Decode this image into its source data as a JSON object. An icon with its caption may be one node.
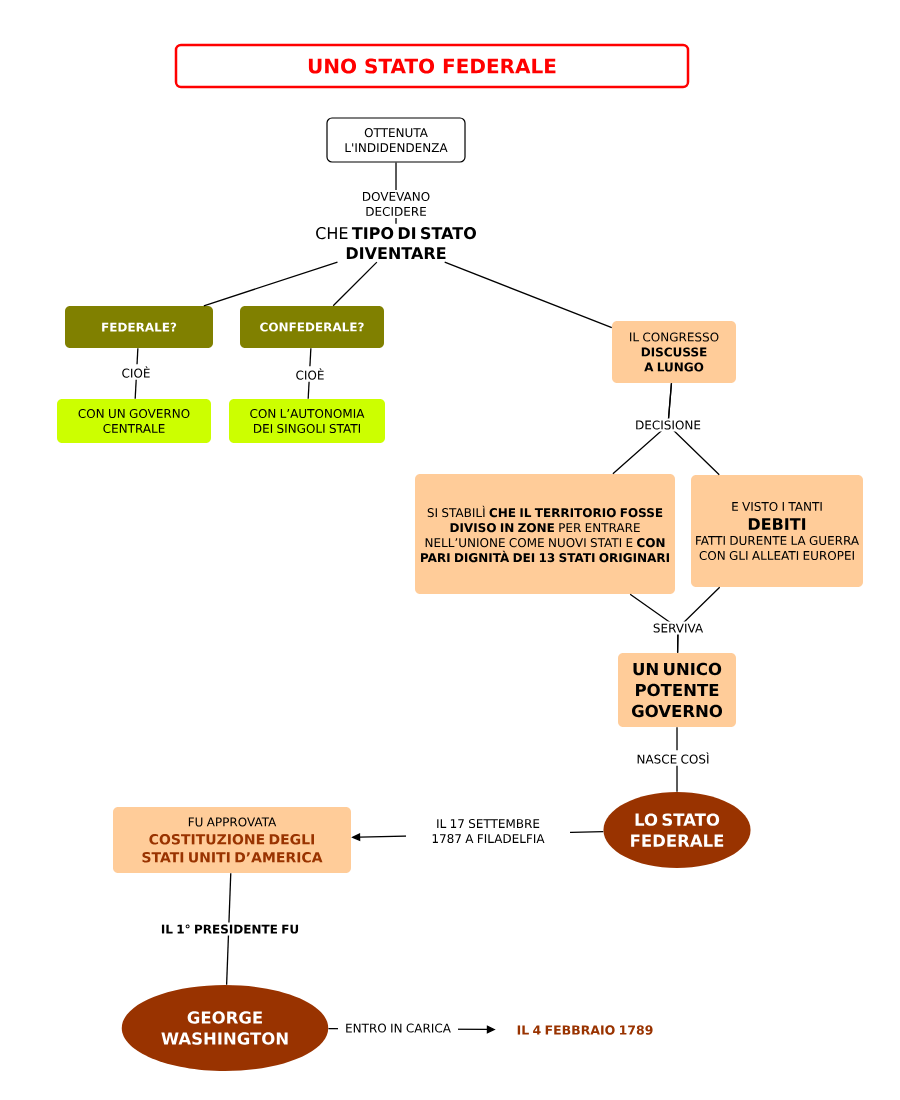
{
  "diagram": {
    "title": "UNO STATO FEDERALE",
    "nodes": [
      {
        "text": [
          "OTTENUTA L'INDIDENDENZA"
        ]
      },
      {
        "text": [
          "CHE **TIPO DI STATO DIVENTARE**"
        ]
      },
      {
        "text": [
          "FEDERALE?"
        ]
      },
      {
        "text": [
          "CONFEDERALE?"
        ]
      },
      {
        "text": [
          "IL CONGRESSO",
          "DISCUSSE A LUNGO"
        ]
      },
      {
        "text": [
          "CON UN GOVERNO CENTRALE"
        ]
      },
      {
        "text": [
          "CON L’AUTONOMIA DEI SINGOLI STATI"
        ]
      },
      {
        "text": [
          "SI STABILÌ **CHE IL TERRITORIO FOSSE DIVISO IN ZONE** PER ENTRARE NELL’UNIONE COME NUOVI STATI E **CON PARI DIGNITÀ DEI 13 STATI ORIGINARI**"
        ]
      },
      {
        "text": [
          "E VISTO I TANTI",
          "DEBITI",
          "FATTI DURENTE LA GUERRA CON GLI ALLEATI EUROPEI"
        ]
      },
      {
        "text": [
          "UN UNICO POTENTE GOVERNO"
        ]
      },
      {
        "text": [
          "LO STATO FEDERALE"
        ]
      },
      {
        "text": [
          "FU APPROVATA",
          "COSTITUZIONE DEGLI STATI UNITI D’AMERICA"
        ]
      },
      {
        "text": [
          "GEORGE WASHINGTON"
        ]
      },
      {
        "text": [
          "IL 4 FEBBRAIO 1789"
        ]
      }
    ],
    "edges": [
      {
        "from": 0,
        "to": 1,
        "arrow": "none",
        "label": "DOVEVANO DECIDERE"
      },
      {
        "from": 1,
        "to": 2,
        "arrow": "none"
      },
      {
        "from": 1,
        "to": 3,
        "arrow": "none"
      },
      {
        "from": 1,
        "to": 4,
        "arrow": "none"
      },
      {
        "from": 2,
        "to": 5,
        "arrow": "none",
        "label": "CIOÈ"
      },
      {
        "from": 3,
        "to": 6,
        "arrow": "none",
        "label": "CIOÈ"
      },
      {
        "from": 4,
        "to": 7,
        "arrow": "none",
        "label": "DECISIONE"
      },
      {
        "from": 4,
        "to": 8,
        "arrow": "none"
      },
      {
        "from": 7,
        "to": 9,
        "arrow": "none",
        "label": "SERVIVA"
      },
      {
        "from": 8,
        "to": 9,
        "arrow": "none"
      },
      {
        "from": 9,
        "to": 10,
        "arrow": "none",
        "label": "NASCE COSÌ"
      },
      {
        "from": 10,
        "to": 11,
        "arrow": "to",
        "label": "IL 17 SETTEMBRE 1787 A  FILADELFIA"
      },
      {
        "from": 11,
        "to": 12,
        "arrow": "none",
        "label": "IL 1° PRESIDENTE FU"
      },
      {
        "from": 12,
        "to": 13,
        "arrow": "to",
        "label": "ENTRO IN CARICA"
      }
    ]
  }
}
